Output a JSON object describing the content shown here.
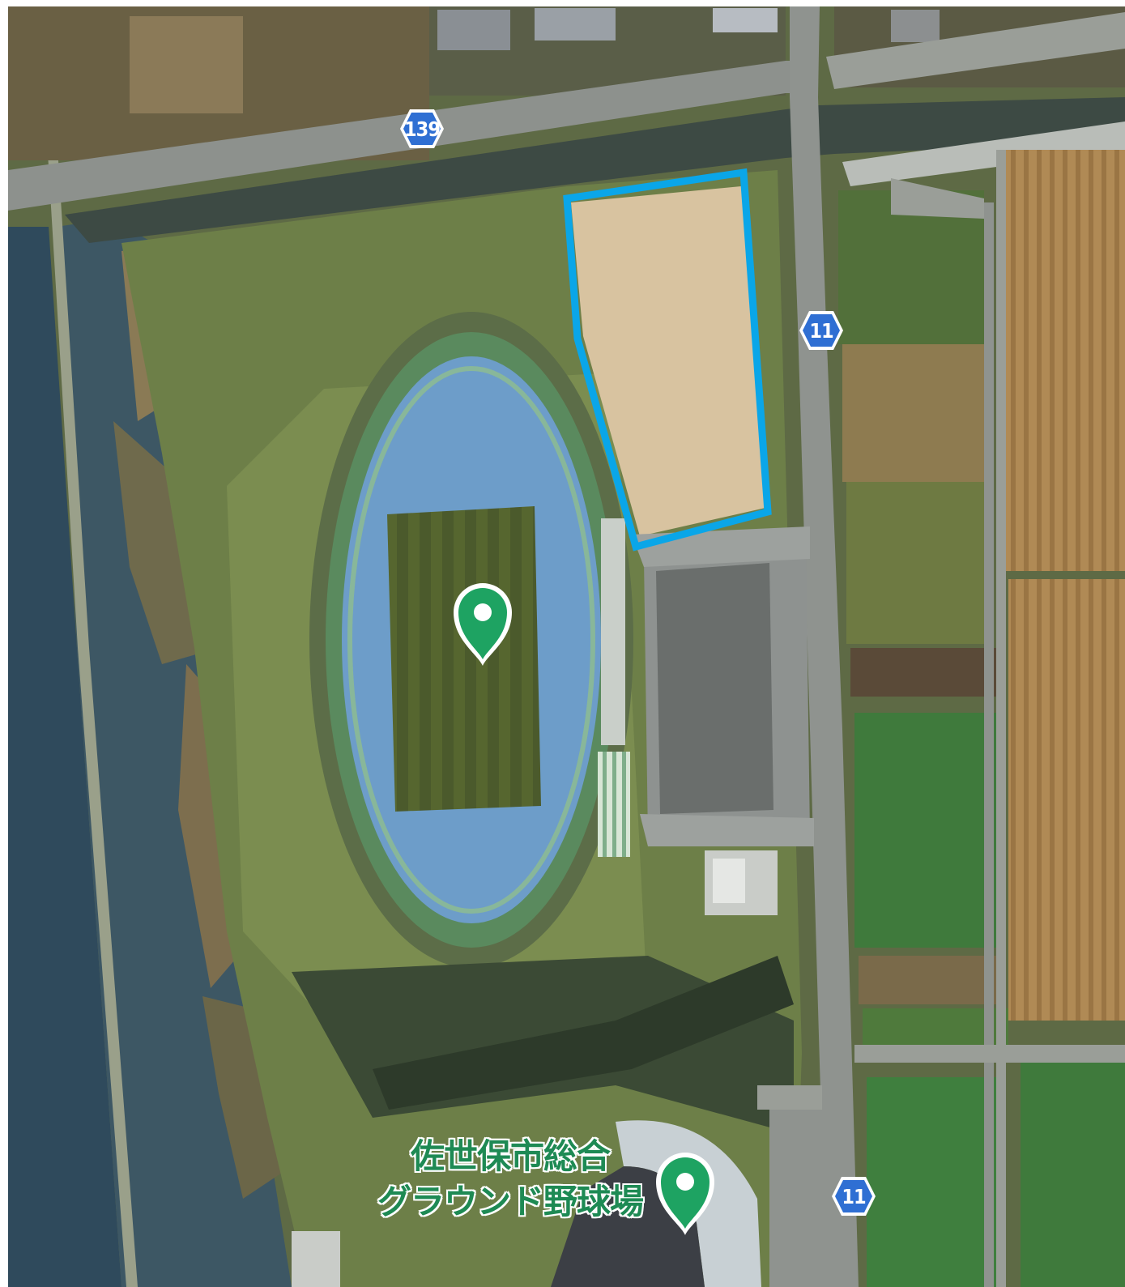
{
  "map": {
    "type": "satellite",
    "route_shields": [
      {
        "number": "139"
      },
      {
        "number": "11"
      },
      {
        "number": "11"
      }
    ],
    "place_label": {
      "line1": "佐世保市総合",
      "line2": "グラウンド野球場"
    },
    "colors": {
      "highlight_outline": "#0aa6e8",
      "pin": "#1ea362",
      "shield": "#2f6fd3",
      "place_label": "#1e8a54"
    }
  }
}
